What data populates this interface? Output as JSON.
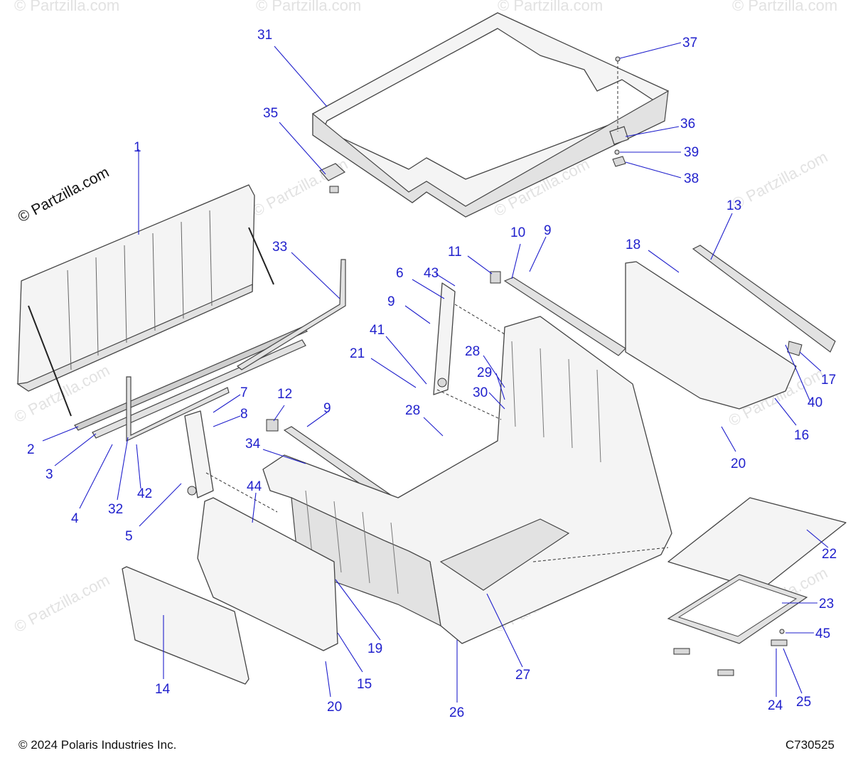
{
  "brand_watermark": "© Partzilla.com",
  "footer": {
    "copyright": "© 2024 Polaris Industries Inc.",
    "diagram_code": "C730525"
  },
  "callouts": [
    {
      "id": "c1",
      "label": "1"
    },
    {
      "id": "c2",
      "label": "2"
    },
    {
      "id": "c3",
      "label": "3"
    },
    {
      "id": "c4",
      "label": "4"
    },
    {
      "id": "c5",
      "label": "5"
    },
    {
      "id": "c6",
      "label": "6"
    },
    {
      "id": "c7",
      "label": "7"
    },
    {
      "id": "c8",
      "label": "8"
    },
    {
      "id": "c9a",
      "label": "9"
    },
    {
      "id": "c9b",
      "label": "9"
    },
    {
      "id": "c9c",
      "label": "9"
    },
    {
      "id": "c10",
      "label": "10"
    },
    {
      "id": "c11",
      "label": "11"
    },
    {
      "id": "c12",
      "label": "12"
    },
    {
      "id": "c13",
      "label": "13"
    },
    {
      "id": "c14",
      "label": "14"
    },
    {
      "id": "c15",
      "label": "15"
    },
    {
      "id": "c16",
      "label": "16"
    },
    {
      "id": "c17",
      "label": "17"
    },
    {
      "id": "c18",
      "label": "18"
    },
    {
      "id": "c19",
      "label": "19"
    },
    {
      "id": "c20a",
      "label": "20"
    },
    {
      "id": "c20b",
      "label": "20"
    },
    {
      "id": "c21",
      "label": "21"
    },
    {
      "id": "c22",
      "label": "22"
    },
    {
      "id": "c23",
      "label": "23"
    },
    {
      "id": "c24",
      "label": "24"
    },
    {
      "id": "c25",
      "label": "25"
    },
    {
      "id": "c26",
      "label": "26"
    },
    {
      "id": "c27",
      "label": "27"
    },
    {
      "id": "c28a",
      "label": "28"
    },
    {
      "id": "c28b",
      "label": "28"
    },
    {
      "id": "c29",
      "label": "29"
    },
    {
      "id": "c30",
      "label": "30"
    },
    {
      "id": "c31",
      "label": "31"
    },
    {
      "id": "c32",
      "label": "32"
    },
    {
      "id": "c33",
      "label": "33"
    },
    {
      "id": "c34",
      "label": "34"
    },
    {
      "id": "c35",
      "label": "35"
    },
    {
      "id": "c36",
      "label": "36"
    },
    {
      "id": "c37",
      "label": "37"
    },
    {
      "id": "c38",
      "label": "38"
    },
    {
      "id": "c39",
      "label": "39"
    },
    {
      "id": "c40",
      "label": "40"
    },
    {
      "id": "c41",
      "label": "41"
    },
    {
      "id": "c42",
      "label": "42"
    },
    {
      "id": "c43",
      "label": "43"
    },
    {
      "id": "c44",
      "label": "44"
    },
    {
      "id": "c45",
      "label": "45"
    }
  ]
}
